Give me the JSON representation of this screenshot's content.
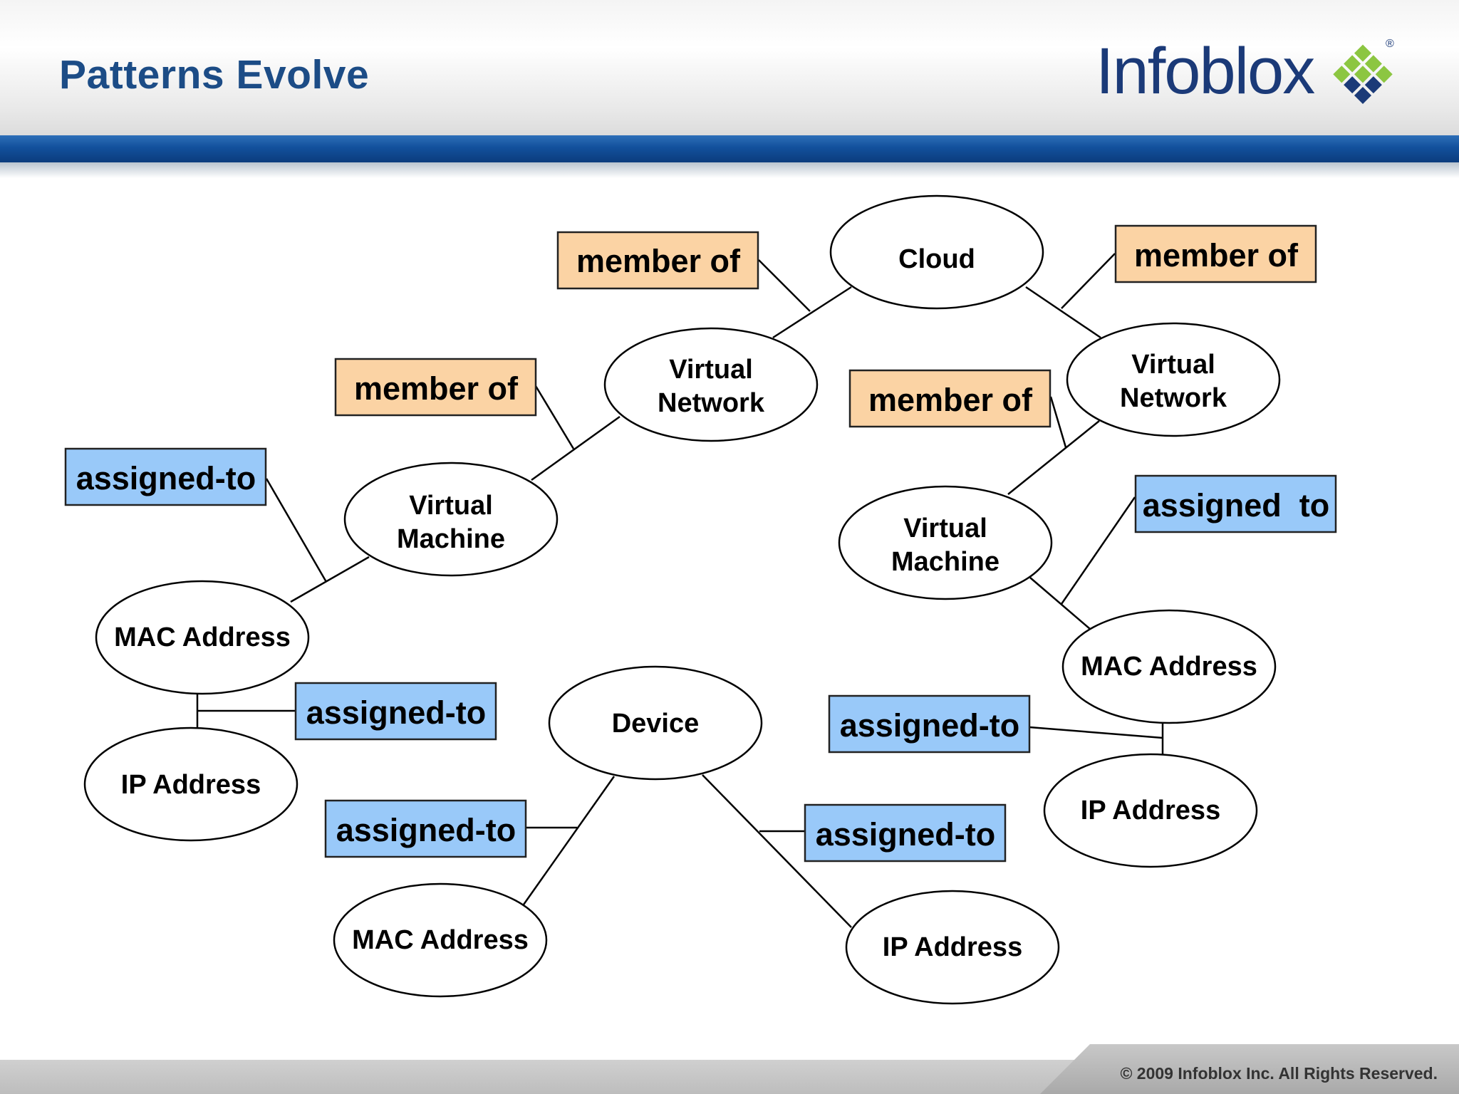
{
  "slide": {
    "title": "Patterns Evolve",
    "logo_text": "Infoblox",
    "logo_registered": "®",
    "copyright": "© 2009 Infoblox Inc. All Rights Reserved."
  },
  "colors": {
    "title_blue": "#1c4c86",
    "band_blue": "#12509c",
    "member_fill": "#fbd3a4",
    "assigned_fill": "#99c9f9",
    "logo_green": "#8cc641",
    "logo_blue": "#1b3a78"
  },
  "diagram": {
    "nodes": {
      "cloud": "Cloud",
      "vnet_left": [
        "Virtual",
        "Network"
      ],
      "vnet_right": [
        "Virtual",
        "Network"
      ],
      "vm_left": [
        "Virtual",
        "Machine"
      ],
      "vm_right": [
        "Virtual",
        "Machine"
      ],
      "mac_left": "MAC Address",
      "ip_left": "IP Address",
      "device": "Device",
      "mac_bottom": "MAC Address",
      "ip_bottom": "IP Address",
      "mac_right": "MAC Address",
      "ip_right": "IP Address"
    },
    "relations": {
      "member_top_left": "member of",
      "member_top_right": "member of",
      "member_mid_left": "member of",
      "member_mid_right": "member of",
      "assigned_vm_left": "assigned-to",
      "assigned_ip_left": "assigned-to",
      "assigned_mac_bottom": "assigned-to",
      "assigned_ip_bottom": "assigned-to",
      "assigned_vm_right": "assigned  to",
      "assigned_ip_right": "assigned-to"
    }
  }
}
